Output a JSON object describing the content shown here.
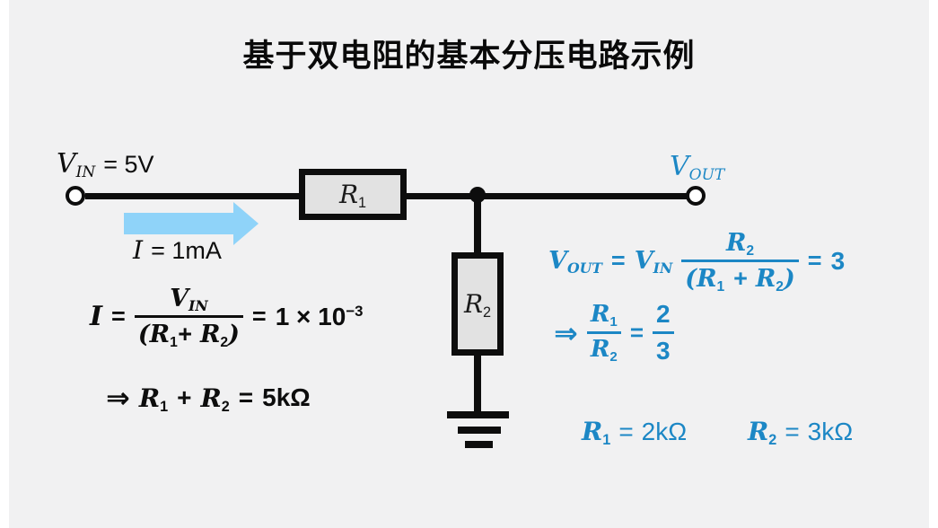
{
  "title": "基于双电阻的基本分压电路示例",
  "colors": {
    "accent_blue": "#1c87c5",
    "arrow_blue": "#8fd3f9",
    "wire_black": "#0d0d0d",
    "resistor_fill": "#e2e2e2",
    "canvas_bg": "#f1f1f2"
  },
  "circuit": {
    "vin": {
      "base": "V",
      "sub": "IN",
      "value": "= 5V"
    },
    "current": {
      "base": "I",
      "value": "= 1mA"
    },
    "r1": {
      "base": "R",
      "sub": "1"
    },
    "r2": {
      "base": "R",
      "sub": "2"
    },
    "vout": {
      "base": "V",
      "sub": "OUT"
    }
  },
  "formulas": {
    "current_def": {
      "lhs": "I",
      "eq1": "=",
      "num_base": "V",
      "num_sub": "IN",
      "den_open": "(",
      "den_r1": "R",
      "den_r1_sub": "1",
      "den_plus": "+",
      "den_r2": "R",
      "den_r2_sub": "2",
      "den_close": ")",
      "eq2": "=",
      "result": "1 × 10",
      "result_exp": "−3"
    },
    "sum_result": {
      "implies": "⇒",
      "r1": "R",
      "r1_sub": "1",
      "plus": "+",
      "r2": "R",
      "r2_sub": "2",
      "eq": "=",
      "value": "5kΩ"
    },
    "vout_def": {
      "lhs": "V",
      "lhs_sub": "OUT",
      "eq1": "=",
      "vin": "V",
      "vin_sub": "IN",
      "num": "R",
      "num_sub": "2",
      "den_open": "(",
      "den_r1": "R",
      "den_r1_sub": "1",
      "den_plus": "+",
      "den_r2": "R",
      "den_r2_sub": "2",
      "den_close": ")",
      "eq2": "=",
      "result": "3"
    },
    "ratio_result": {
      "implies": "⇒",
      "num1": "R",
      "num1_sub": "1",
      "den1": "R",
      "den1_sub": "2",
      "eq": "=",
      "num2": "2",
      "den2": "3"
    },
    "r1_value": {
      "base": "R",
      "sub": "1",
      "eq": "=",
      "value": "2kΩ"
    },
    "r2_value": {
      "base": "R",
      "sub": "2",
      "eq": "=",
      "value": "3kΩ"
    }
  }
}
